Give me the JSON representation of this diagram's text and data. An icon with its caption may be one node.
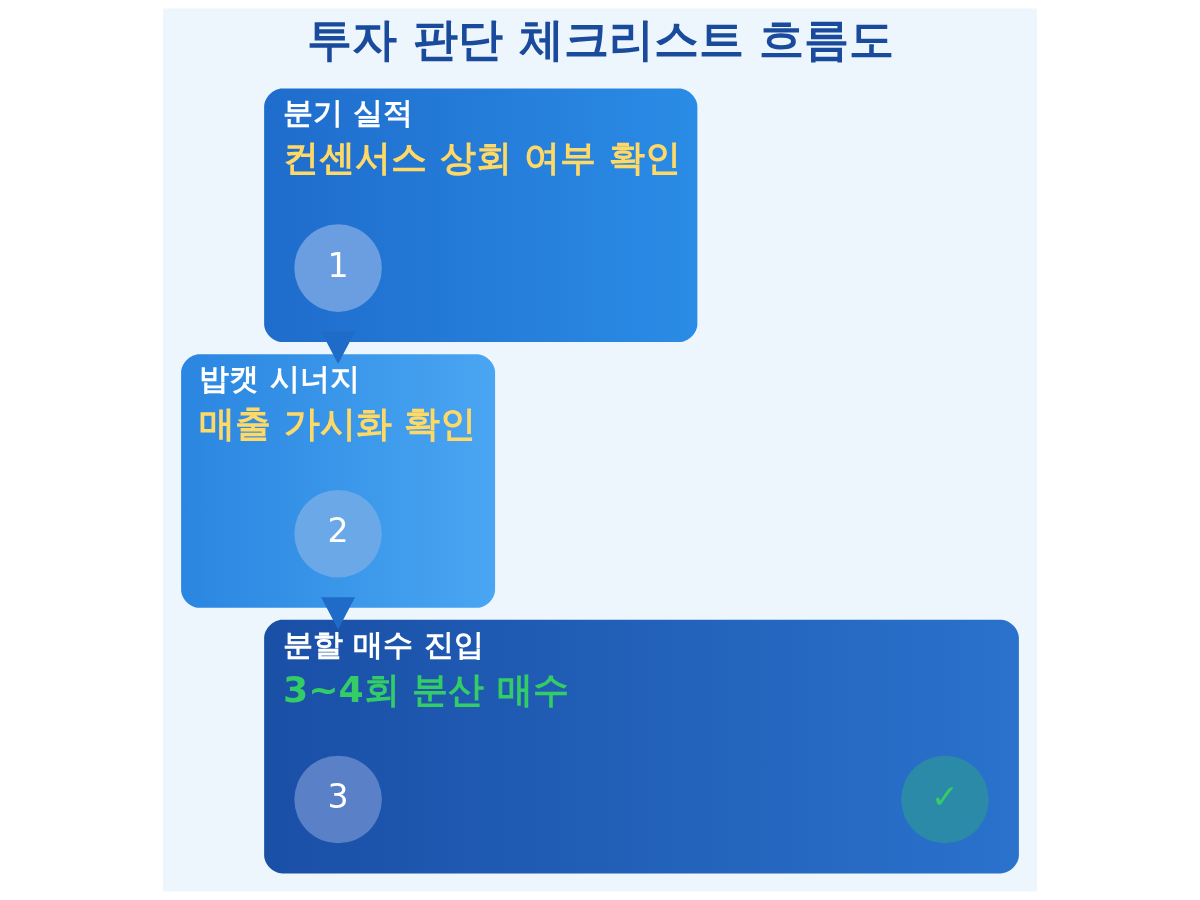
{
  "diagram": {
    "title": "투자 판단 체크리스트 흐름도",
    "nodes": [
      {
        "text": [
          "분기 실적",
          "컨센서스 상회 여부 확인"
        ]
      },
      {
        "text": [
          "1"
        ],
        "in": 0
      },
      {
        "text": [
          "밥캣 시너지",
          "매출 가시화 확인"
        ]
      },
      {
        "text": [
          "2"
        ],
        "in": 2
      },
      {
        "text": [
          "분할 매수 진입",
          "3~4회 분산 매수"
        ]
      },
      {
        "text": [
          "3"
        ],
        "in": 4
      },
      {
        "text": [
          "✓"
        ],
        "in": 4
      }
    ],
    "edges": [
      {
        "from": 0,
        "to": 2,
        "arrow": "to"
      },
      {
        "from": 2,
        "to": 4,
        "arrow": "to"
      }
    ]
  }
}
